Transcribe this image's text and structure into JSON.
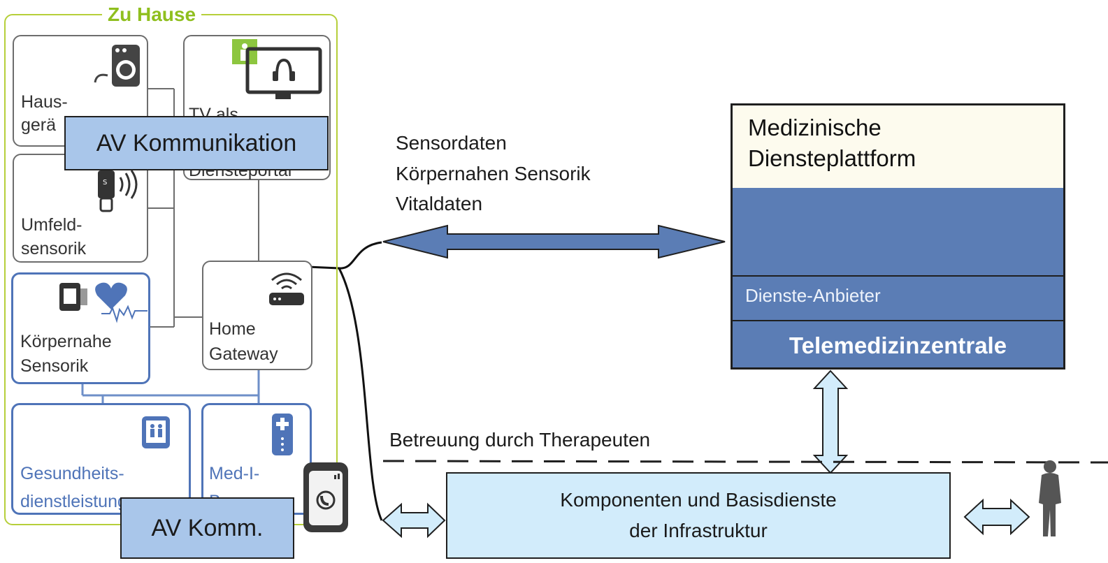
{
  "home": {
    "title": "Zu Hause",
    "devices": {
      "hausgeraete": [
        "Haus-",
        "gerä"
      ],
      "tv": [
        "TV als",
        "Diensteportal"
      ],
      "umfeld": [
        "Umfeld-",
        "sensorik"
      ],
      "koerpernahe": [
        "Körpernahe",
        "Sensorik"
      ],
      "gateway": [
        "Home",
        "Gateway"
      ],
      "gesundheit": [
        "Gesundheits-",
        "dienstleistungen"
      ],
      "medibox": [
        "Med-I-",
        "Box"
      ]
    },
    "av_kommunikation": "AV Kommunikation",
    "av_komm": "AV Komm."
  },
  "data_flow": {
    "lines": [
      "Sensordaten",
      "Körpernahen Sensorik",
      "Vitaldaten"
    ]
  },
  "platform": {
    "title_lines": [
      "Medizinische",
      "Diensteplattform"
    ],
    "provider": "Dienste-Anbieter",
    "center": "Telemedizinzentrale"
  },
  "therapist_line": "Betreuung durch Therapeuten",
  "infrastructure": {
    "lines": [
      "Komponenten und Basisdienste",
      "der Infrastruktur"
    ]
  },
  "colors": {
    "home_frame": "#b6cf3a",
    "home_title": "#8fbf1e",
    "blue_border": "#4f74b8",
    "av_fill": "#a9c6ea",
    "arrow_dark": "#5b7db5",
    "arrow_light": "#d2ecfb",
    "platform_fill": "#5b7db5",
    "platform_header": "#fdfbee"
  },
  "icons": [
    "washing-machine-icon",
    "tv-headset-icon",
    "person-badge-icon",
    "motion-sensor-icon",
    "wristband-icon",
    "heart-pulse-icon",
    "router-icon",
    "tablet-people-icon",
    "medi-box-icon",
    "phone-icon",
    "person-silhouette-icon"
  ]
}
